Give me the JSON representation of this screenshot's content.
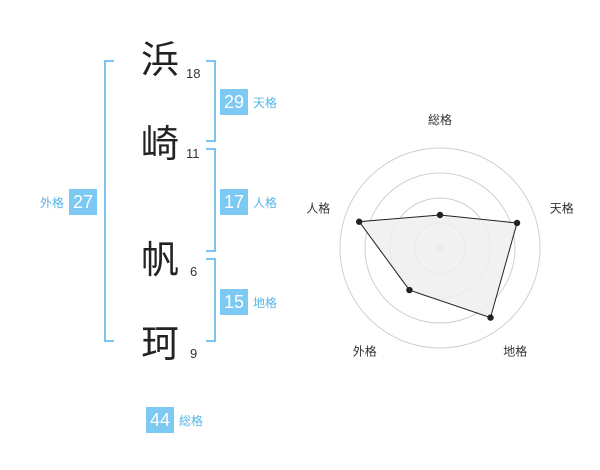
{
  "name": {
    "characters": [
      {
        "char": "浜",
        "strokes": "18"
      },
      {
        "char": "崎",
        "strokes": "11"
      },
      {
        "char": "帆",
        "strokes": "6"
      },
      {
        "char": "珂",
        "strokes": "9"
      }
    ]
  },
  "fortunes": {
    "tenkaku": {
      "value": "29",
      "label": "天格"
    },
    "jinkaku": {
      "value": "17",
      "label": "人格"
    },
    "chikaku": {
      "value": "15",
      "label": "地格"
    },
    "gaikaku": {
      "value": "27",
      "label": "外格"
    },
    "soukaku": {
      "value": "44",
      "label": "総格"
    }
  },
  "radar": {
    "axes": [
      "総格",
      "天格",
      "地格",
      "外格",
      "人格"
    ],
    "levels": 4,
    "values": [
      0.33,
      0.81,
      0.86,
      0.52,
      0.85
    ],
    "colors": {
      "fill": "#efefef",
      "stroke": "#222222",
      "grid": "#d0d0d0"
    }
  },
  "colors": {
    "accent": "#7cc9f4",
    "bracket": "#7cc4ee"
  }
}
